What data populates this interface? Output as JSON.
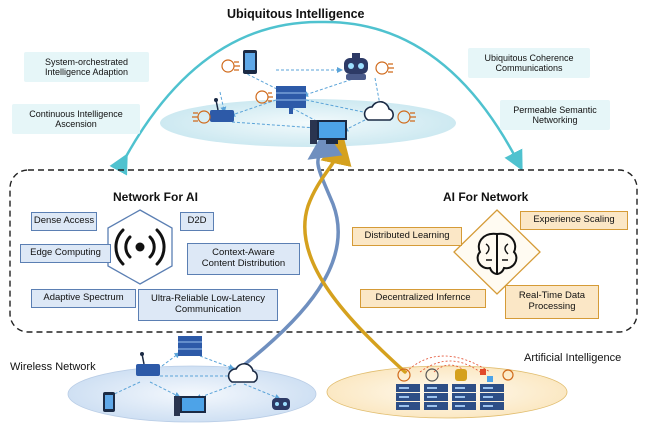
{
  "diagram": {
    "top_title": "Ubiquitous Intelligence",
    "top_features": {
      "system_orchestrated": "System-orchestrated\nIntelligence Adaption",
      "continuous_ascension": "Continuous Intelligence\nAscension",
      "coherence_comm": "Ubiquitous Coherence\nCommunications",
      "semantic_networking": "Permeable Semantic\nNetworking"
    },
    "network_for_ai": {
      "title": "Network For AI",
      "items": {
        "dense_access": "Dense Access",
        "d2d": "D2D",
        "edge_computing": "Edge Computing",
        "context_aware": "Context-Aware\nContent Distribution",
        "adaptive_spectrum": "Adaptive Spectrum",
        "urllc": "Ultra-Reliable Low-Latency\nCommunication"
      }
    },
    "ai_for_network": {
      "title": "AI For Network",
      "items": {
        "distributed_learning": "Distributed Learning",
        "experience_scaling": "Experience Scaling",
        "decentralized_inference": "Decentralized Infernce",
        "realtime_processing": "Real-Time Data\nProcessing"
      }
    },
    "bottom_labels": {
      "wireless_network": "Wireless Network",
      "artificial_intelligence": "Artificial Intelligence"
    },
    "colors": {
      "network_path": "#6f8fbf",
      "ai_path": "#d5a11e",
      "cyan_arc": "#4fc2cf",
      "blue_box_fill": "#dde8f6",
      "orange_box_fill": "#fbe7c6"
    },
    "icons": [
      "wireless-signal-icon",
      "brain-icon",
      "robot-icon",
      "cloud-icon",
      "server-icon",
      "desktop-computer-icon",
      "smartphone-icon",
      "router-icon",
      "circuit-brain-icon",
      "server-rack-icon"
    ]
  }
}
